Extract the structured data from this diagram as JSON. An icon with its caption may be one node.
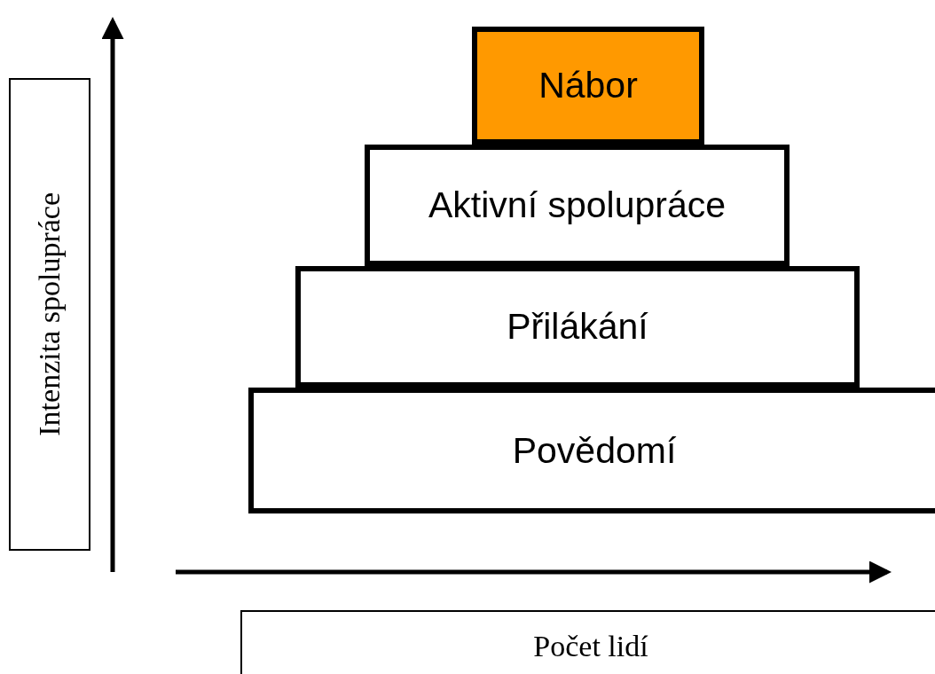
{
  "diagram": {
    "nodes": [
      {
        "text": [
          "Nábor"
        ]
      },
      {
        "text": [
          "Aktivní spolupráce"
        ]
      },
      {
        "text": [
          "Přilákání"
        ]
      },
      {
        "text": [
          "Povědomí"
        ]
      },
      {
        "text": [
          "Intenzita spolupráce"
        ]
      },
      {
        "text": [
          "Počet lidí"
        ]
      }
    ]
  }
}
